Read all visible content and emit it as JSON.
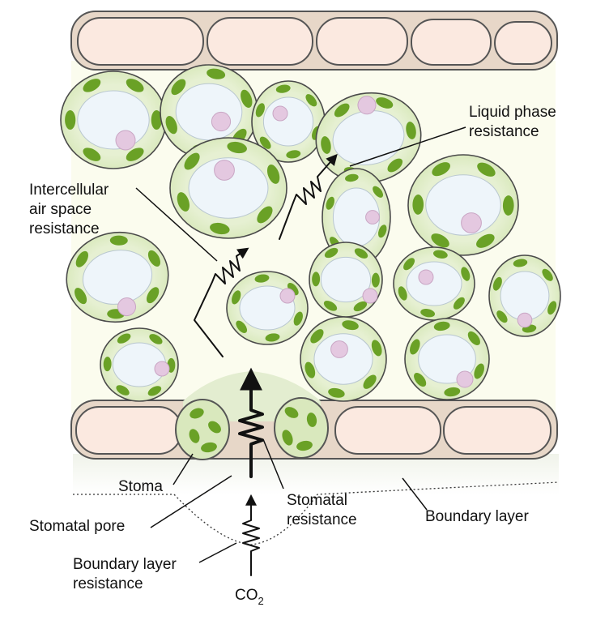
{
  "labels": {
    "liquid_phase_1": "Liquid phase",
    "liquid_phase_2": "resistance",
    "intercellular_1": "Intercellular",
    "intercellular_2": "air space",
    "intercellular_3": "resistance",
    "stoma": "Stoma",
    "stomatal_pore": "Stomatal pore",
    "stomatal_resistance_1": "Stomatal",
    "stomatal_resistance_2": "resistance",
    "boundary_layer": "Boundary layer",
    "boundary_layer_resistance_1": "Boundary layer",
    "boundary_layer_resistance_2": "resistance",
    "co2_main": "CO",
    "co2_sub": "2"
  },
  "colors": {
    "cell_wall_fill": "#fbe9e0",
    "mesophyll_fill": "#ddebc3",
    "vacuole_fill": "#eef5fa",
    "chloroplast": "#6aa126",
    "nucleus": "#e4c8e0",
    "airspace": "#fdfdf2"
  }
}
